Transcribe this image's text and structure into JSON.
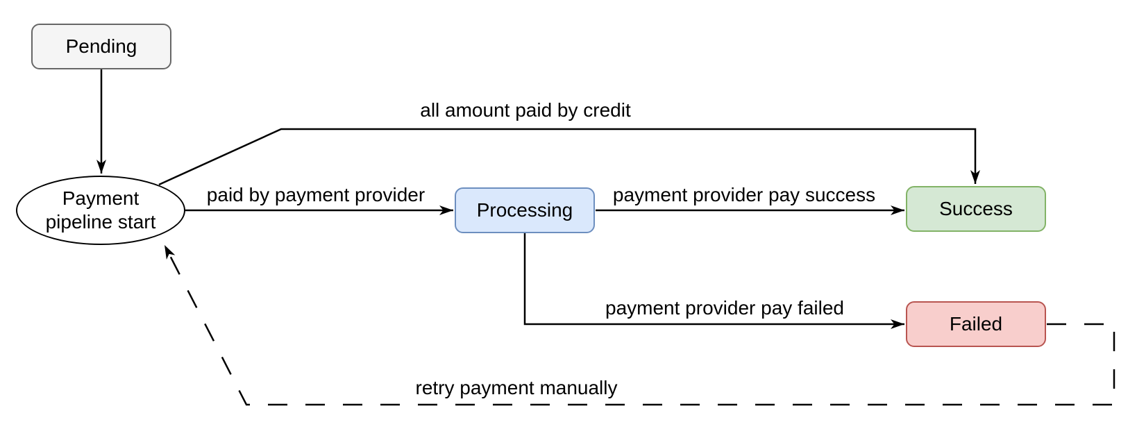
{
  "nodes": {
    "pending": {
      "label": "Pending",
      "fill": "#f5f5f5",
      "stroke": "#666666"
    },
    "start": {
      "label": "Payment pipeline start",
      "label_line1": "Payment",
      "label_line2": "pipeline start",
      "fill": "#ffffff",
      "stroke": "#000000"
    },
    "processing": {
      "label": "Processing",
      "fill": "#dae8fc",
      "stroke": "#6c8ebf"
    },
    "success": {
      "label": "Success",
      "fill": "#d5e8d4",
      "stroke": "#82b366"
    },
    "failed": {
      "label": "Failed",
      "fill": "#f8cecc",
      "stroke": "#b85450"
    }
  },
  "edges": {
    "line_color": "#000000",
    "pending_to_start": {
      "label": ""
    },
    "start_to_success": {
      "label": "all amount paid by credit"
    },
    "start_to_processing": {
      "label": "paid by payment provider"
    },
    "processing_to_success": {
      "label": "payment provider pay success"
    },
    "processing_to_failed": {
      "label": "payment provider pay failed"
    },
    "failed_to_start": {
      "label": "retry payment manually",
      "style": "dashed"
    }
  }
}
